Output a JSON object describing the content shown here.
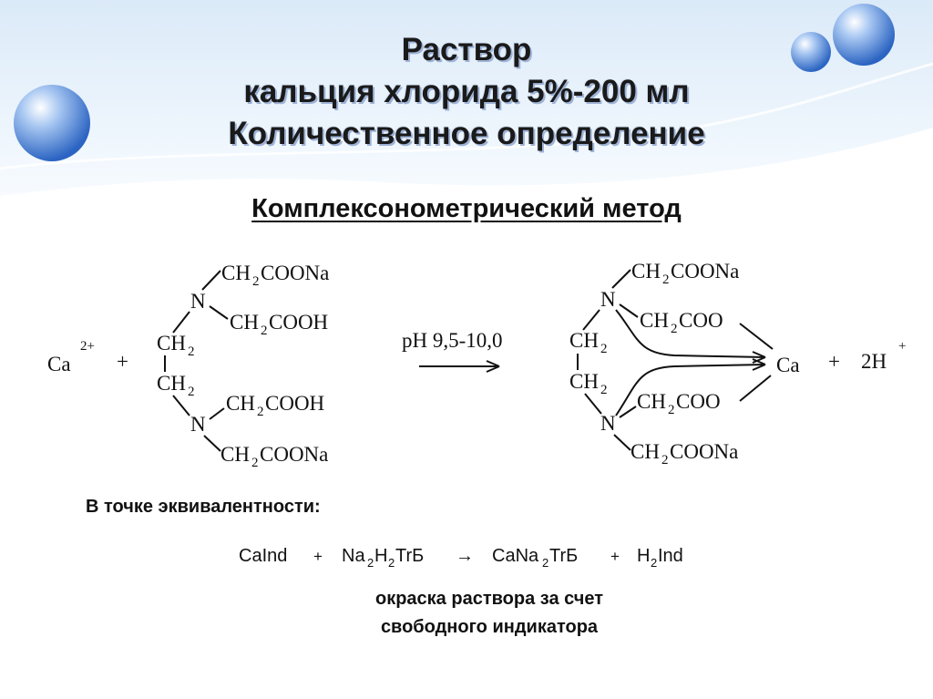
{
  "title": {
    "line1": "Раствор",
    "line2": "кальция хлорида 5%-200 мл",
    "line3": "Количественное определение"
  },
  "method_title": "Комплексонометрический  метод",
  "reaction": {
    "ca_ion": "Ca",
    "ca_charge": "2+",
    "plus1": "+",
    "edta": {
      "top_ch2": "CH",
      "top_sub": "2",
      "top_group": "COONa",
      "n_atom": "N",
      "acid_ch2": "CH",
      "acid_sub": "2",
      "acid_group": "COOH",
      "bridge_ch": "CH",
      "bridge_sub": "2"
    },
    "condition": "pH 9,5-10,0",
    "product": {
      "ch": "CH",
      "sub": "2",
      "coona": "COONa",
      "coo": "COO",
      "n_atom": "N",
      "ca": "Ca"
    },
    "plus2": "+",
    "h_ion": "2H",
    "h_charge": "+"
  },
  "equivalence": {
    "heading": "В точке эквивалентности:",
    "equation": {
      "reactant1": "CaInd",
      "plus1": "+",
      "reactant2_a": "Na",
      "reactant2_b": "2",
      "reactant2_c": "H",
      "reactant2_d": "2",
      "reactant2_e": "TrБ",
      "arrow": "→",
      "product1_a": "CaNa",
      "product1_b": "2",
      "product1_c": "TrБ",
      "plus2": "+",
      "product2_a": "H",
      "product2_b": "2",
      "product2_c": "Ind"
    },
    "note_line1": "окраска раствора за счет",
    "note_line2": "свободного индикатора"
  },
  "colors": {
    "band": "#eaf3fb",
    "sphere": "#4f86d6"
  }
}
